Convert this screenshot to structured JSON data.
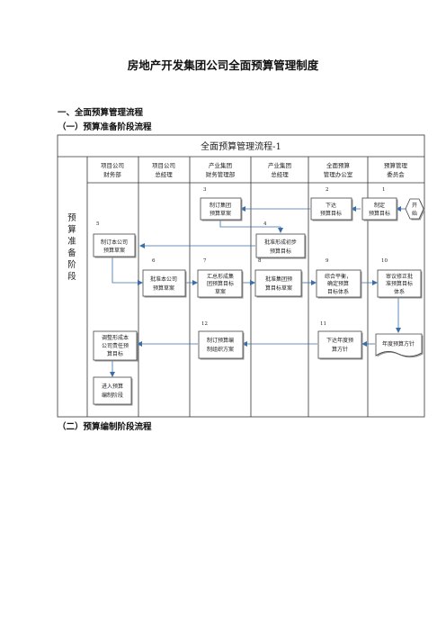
{
  "document": {
    "title": "房地产开发集团公司全面预算管理制度",
    "section_1": "一、全面预算管理流程",
    "subsection_1": "（一）预算准备阶段流程",
    "subsection_2": "（二）预算编制阶段流程"
  },
  "flowchart": {
    "title": "全面预算管理流程-1",
    "phase_label": [
      "预",
      "算",
      "准",
      "备",
      "阶",
      "段"
    ],
    "columns": [
      {
        "line1": "项目公司",
        "line2": "财务部"
      },
      {
        "line1": "项目公司",
        "line2": "总经理"
      },
      {
        "line1": "产业集团",
        "line2": "财务管理部"
      },
      {
        "line1": "产业集团",
        "line2": "总经理"
      },
      {
        "line1": "全面预算",
        "line2": "管理办公室"
      },
      {
        "line1": "预算管理",
        "line2": "委员会"
      }
    ],
    "start": {
      "line1": "开",
      "line2": "始"
    },
    "steps": [
      {
        "num": "1",
        "lines": [
          "制定",
          "预算目标"
        ]
      },
      {
        "num": "2",
        "lines": [
          "下达",
          "预算目标"
        ]
      },
      {
        "num": "3",
        "lines": [
          "制订集团",
          "预算草案"
        ]
      },
      {
        "num": "4",
        "lines": [
          "批准形成初步",
          "预算目标"
        ]
      },
      {
        "num": "5",
        "lines": [
          "制订本公司",
          "预算草案"
        ]
      },
      {
        "num": "6",
        "lines": [
          "批准本公司",
          "预算草案"
        ]
      },
      {
        "num": "7",
        "lines": [
          "汇总形成集",
          "团预算目标",
          "草案"
        ]
      },
      {
        "num": "8",
        "lines": [
          "批准集团预",
          "算目标草案"
        ]
      },
      {
        "num": "9",
        "lines": [
          "综合平衡，",
          "确定预算",
          "目标体系"
        ]
      },
      {
        "num": "10",
        "lines": [
          "审议修正批",
          "准预算目标",
          "体系"
        ]
      },
      {
        "num": "11",
        "lines": [
          "下达年度预",
          "算方针"
        ]
      },
      {
        "num": "12",
        "lines": [
          "制订预算编",
          "制组织方案"
        ]
      }
    ],
    "doc_shape": {
      "text": "年度预算方针"
    },
    "adjust": {
      "lines": [
        "调整形成本",
        "公司责任预",
        "算目标"
      ]
    },
    "end": {
      "lines": [
        "进入预算",
        "编制阶段"
      ]
    }
  }
}
